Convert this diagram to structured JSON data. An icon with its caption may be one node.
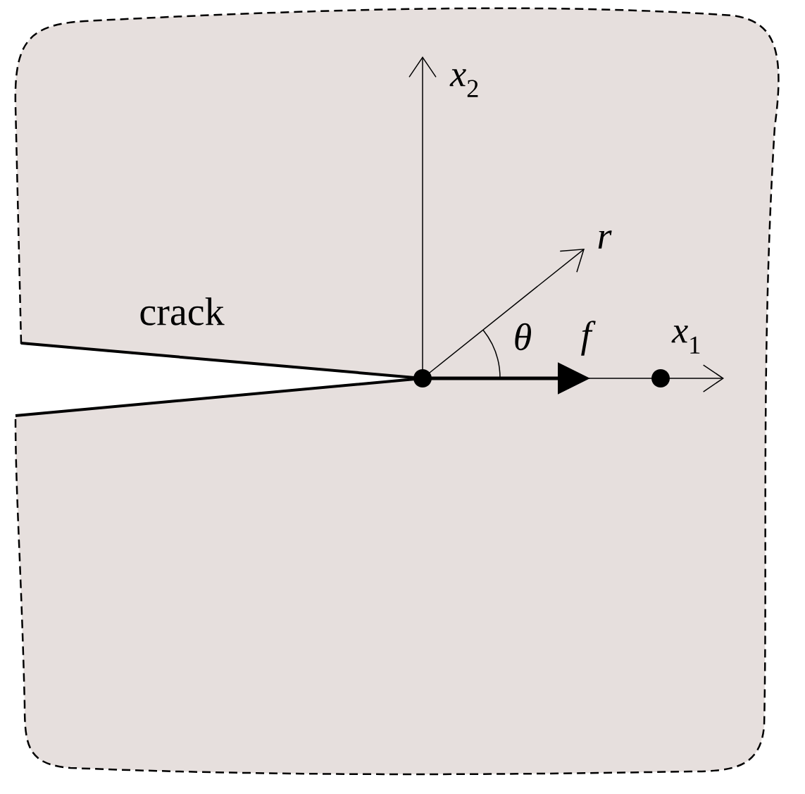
{
  "diagram": {
    "labels": [
      "crack",
      "*x*$_{2}$",
      "r",
      "θ",
      "f",
      "*x*$_{1}$"
    ]
  }
}
